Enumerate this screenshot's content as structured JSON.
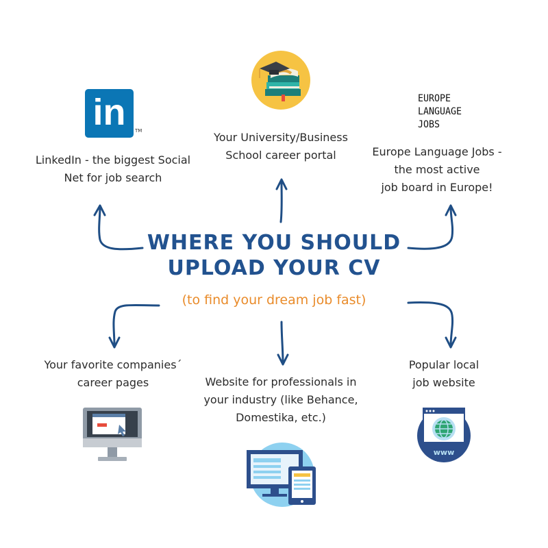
{
  "title": {
    "line1": "WHERE YOU SHOULD",
    "line2": "UPLOAD YOUR CV",
    "subtitle": "(to find your dream job fast)"
  },
  "colors": {
    "title": "#22528f",
    "subtitle": "#e98b2a",
    "arrows": "#1f4e85",
    "linkedin": "#0b76b5"
  },
  "nodes": {
    "linkedin": {
      "label": "LinkedIn - the biggest Social\nNet for job search",
      "icon": "linkedin-logo",
      "logo_text": "in"
    },
    "university": {
      "label": "Your University/Business\nSchool career portal",
      "icon": "graduation-books-icon"
    },
    "elj": {
      "label": "Europe Language Jobs -\nthe most active\njob board in Europe!",
      "icon": "europe-language-jobs-logo",
      "logo_text": "EUROPE\nLANGUAGE\nJOBS"
    },
    "companies": {
      "label": "Your favorite companies´\ncareer pages",
      "icon": "desktop-monitor-icon"
    },
    "professionals": {
      "label": "Website for professionals in\nyour industry (like Behance,\nDomestika, etc.)",
      "icon": "responsive-devices-icon"
    },
    "local": {
      "label": "Popular local\njob website",
      "icon": "www-globe-icon",
      "icon_text": "www"
    }
  }
}
